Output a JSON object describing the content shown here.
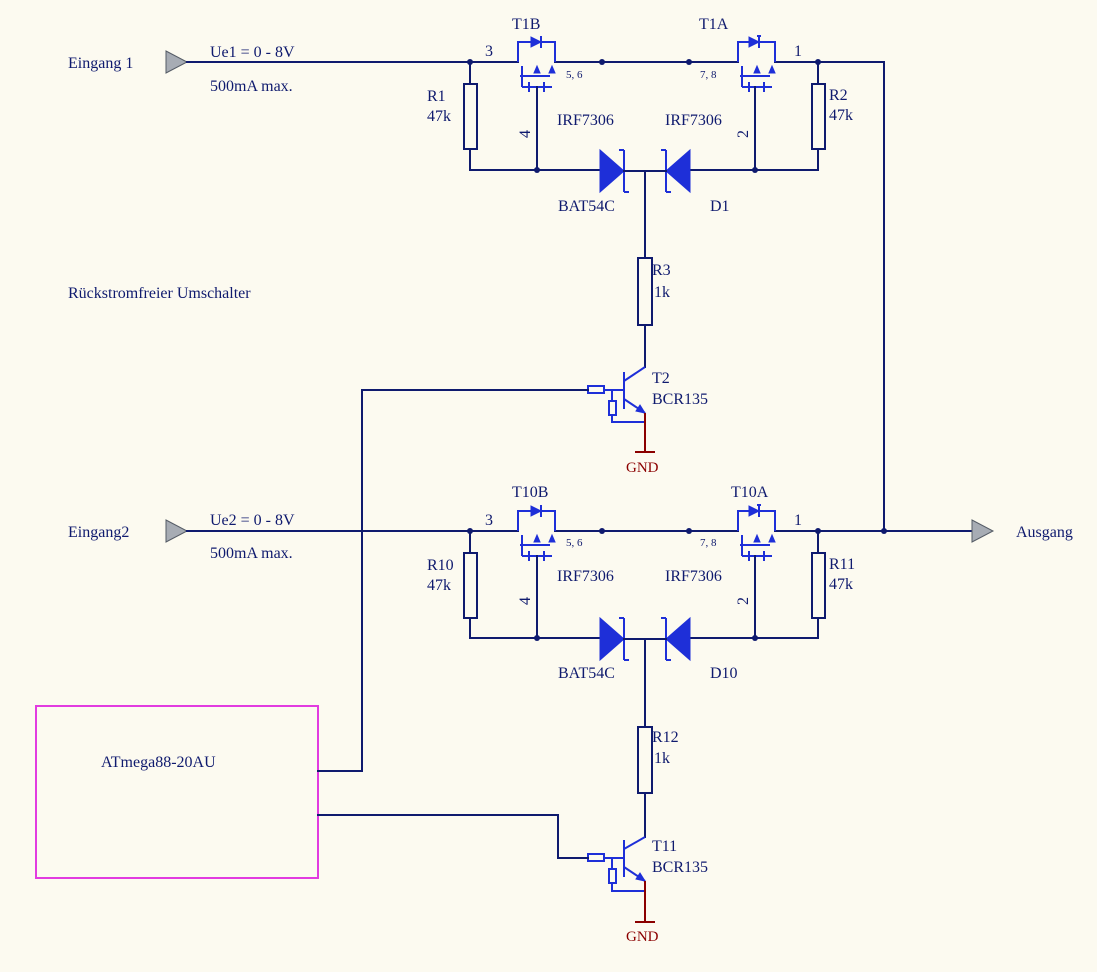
{
  "ports": {
    "in1": "Eingang 1",
    "in2": "Eingang2",
    "out": "Ausgang"
  },
  "notes": {
    "ue1": "Ue1 = 0 - 8V",
    "ue2": "Ue2 = 0 - 8V",
    "current1": "500mA max.",
    "current2": "500mA max.",
    "title": "Rückstromfreier Umschalter"
  },
  "top": {
    "t1b": "T1B",
    "t1a": "T1A",
    "part_left": "IRF7306",
    "part_right": "IRF7306",
    "pin3": "3",
    "pin56": "5, 6",
    "pin78": "7, 8",
    "pin1": "1",
    "pin4": "4",
    "pin2": "2",
    "r1": "R1",
    "r1v": "47k",
    "r2": "R2",
    "r2v": "47k",
    "diode_part": "BAT54C",
    "diode_ref": "D1",
    "r3": "R3",
    "r3v": "1k",
    "t2": "T2",
    "t2part": "BCR135",
    "gnd": "GND"
  },
  "bottom": {
    "t10b": "T10B",
    "t10a": "T10A",
    "part_left": "IRF7306",
    "part_right": "IRF7306",
    "pin3": "3",
    "pin56": "5, 6",
    "pin78": "7, 8",
    "pin1": "1",
    "pin4": "4",
    "pin2": "2",
    "r10": "R10",
    "r10v": "47k",
    "r11": "R11",
    "r11v": "47k",
    "diode_part": "BAT54C",
    "diode_ref": "D10",
    "r12": "R12",
    "r12v": "1k",
    "t11": "T11",
    "t11part": "BCR135",
    "gnd": "GND"
  },
  "mcu": {
    "label": "ATmega88-20AU"
  },
  "colors": {
    "background": "#fcfaf0",
    "wire": "#0f1a6e",
    "component": "#1e2fd8",
    "ground": "#8b0000",
    "mcu_border": "#e23be0",
    "port": "#a7acb4"
  }
}
